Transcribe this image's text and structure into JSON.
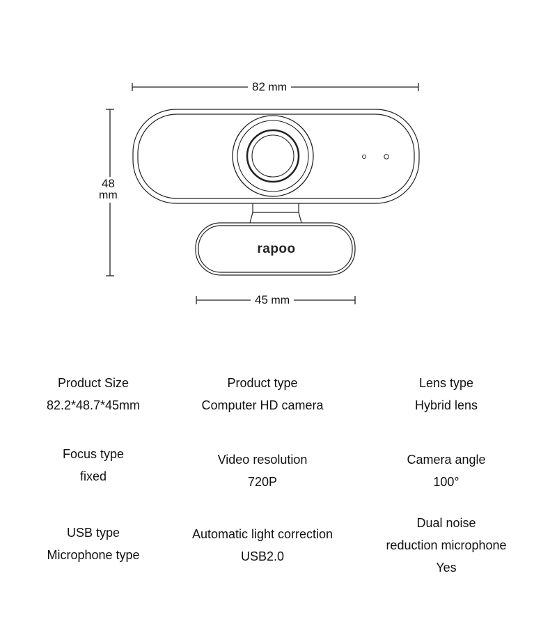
{
  "dimensions": {
    "width": {
      "value": "82",
      "unit": "mm"
    },
    "height": {
      "value": "48",
      "unit": "mm"
    },
    "base_width": {
      "value": "45",
      "unit": "mm"
    }
  },
  "brand_logo": "rapoo",
  "specs": [
    {
      "lines": [
        "Product Size",
        "82.2*48.7*45mm"
      ]
    },
    {
      "lines": [
        "Product type",
        "Computer HD camera"
      ]
    },
    {
      "lines": [
        "Lens type",
        "Hybrid lens"
      ]
    },
    {
      "lines": [
        "Focus type",
        "fixed"
      ]
    },
    {
      "lines": [
        "Video resolution",
        "720P"
      ]
    },
    {
      "lines": [
        "Camera angle",
        "100°"
      ]
    },
    {
      "lines": [
        "USB type",
        "Microphone type"
      ]
    },
    {
      "lines": [
        "Automatic light correction",
        "USB2.0"
      ]
    },
    {
      "lines": [
        "Dual noise",
        "reduction microphone",
        "Yes"
      ]
    }
  ]
}
